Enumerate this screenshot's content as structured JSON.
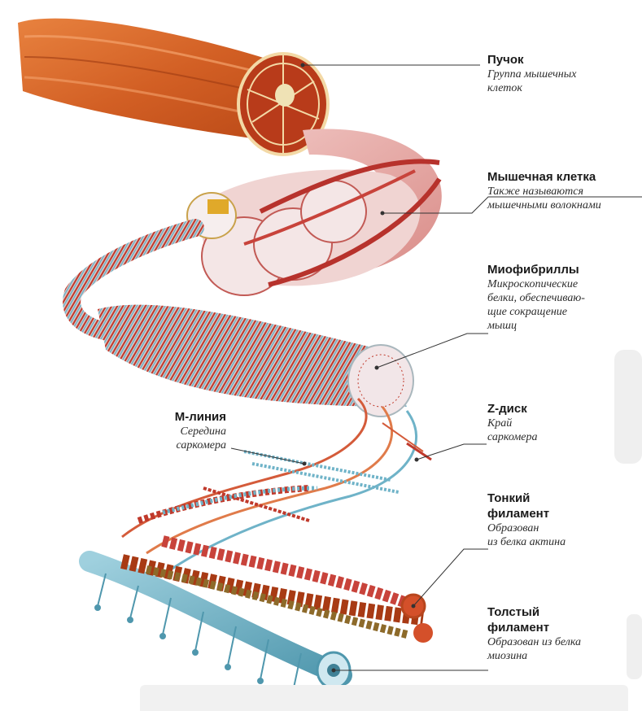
{
  "labels": [
    {
      "key": "bundle",
      "title": "Пучок",
      "sub": [
        "Группа мышечных",
        "клеток"
      ]
    },
    {
      "key": "muscle_cell",
      "title": "Мышечная клетка",
      "sub": [
        "Также называются",
        "мышечными волокнами"
      ]
    },
    {
      "key": "myofibrils",
      "title": "Миофибриллы",
      "sub": [
        "Микроскопические",
        "белки, обеспечиваю-",
        "щие сокращение",
        "мышц"
      ]
    },
    {
      "key": "z_disk",
      "title": "Z-диск",
      "sub": [
        "Край",
        "саркомера"
      ]
    },
    {
      "key": "m_line",
      "title": "М-линия",
      "sub": [
        "Середина",
        "саркомера"
      ]
    },
    {
      "key": "thin_filament",
      "title": [
        "Тонкий",
        "филамент"
      ],
      "sub": [
        "Образован",
        "из белка актина"
      ]
    },
    {
      "key": "thick_filament",
      "title": [
        "Толстый",
        "филамент"
      ],
      "sub": [
        "Образован из белка",
        "миозина"
      ]
    }
  ],
  "colors": {
    "muscle_orange": "#d9642a",
    "muscle_dark": "#a83a14",
    "cell_pink": "#e8a0a0",
    "fibril_red": "#c0392b",
    "myosin_blue": "#6fb3c8",
    "leader_line": "#333333"
  }
}
